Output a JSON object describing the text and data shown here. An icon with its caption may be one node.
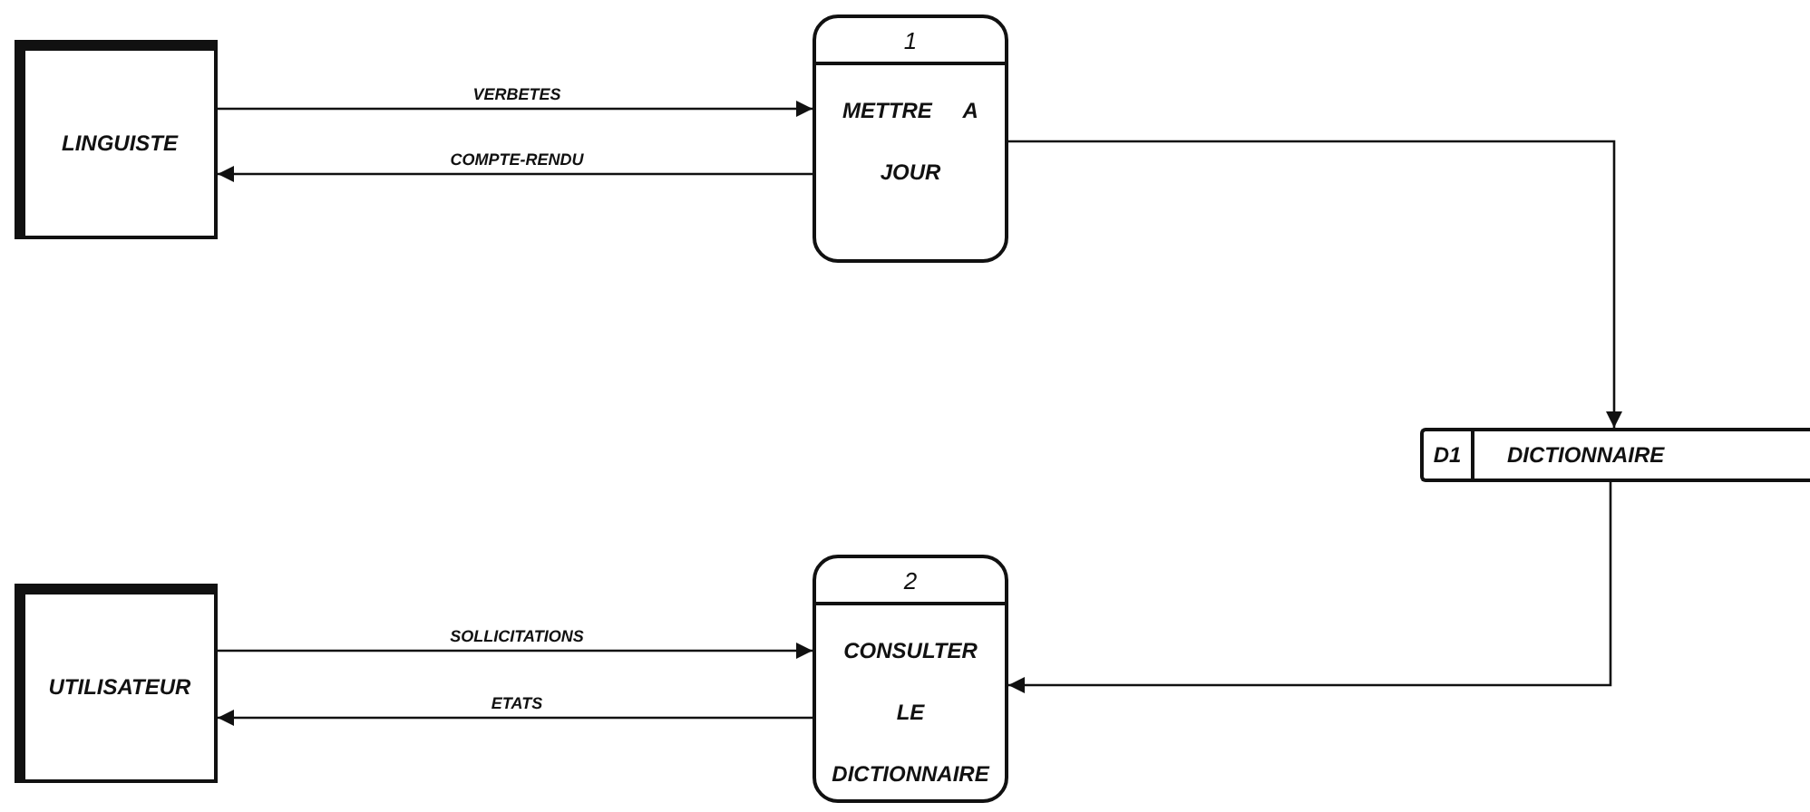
{
  "diagram": {
    "nodes": [
      {
        "text": [
          "LINGUISTE"
        ]
      },
      {
        "text": [
          "1",
          "METTRE A JOUR"
        ]
      },
      {
        "text": [
          "D1",
          "DICTIONNAIRE"
        ]
      },
      {
        "text": [
          "UTILISATEUR"
        ]
      },
      {
        "text": [
          "2",
          "CONSULTER LE DICTIONNAIRE"
        ]
      }
    ],
    "edges": [
      {
        "from": 0,
        "to": 1,
        "arrow": "to",
        "label": "VERBETES"
      },
      {
        "from": 1,
        "to": 0,
        "arrow": "to",
        "label": "COMPTE-RENDU"
      },
      {
        "from": 1,
        "to": 2,
        "arrow": "to"
      },
      {
        "from": 2,
        "to": 4,
        "arrow": "to"
      },
      {
        "from": 3,
        "to": 4,
        "arrow": "to",
        "label": "SOLLICITATIONS"
      },
      {
        "from": 4,
        "to": 3,
        "arrow": "to",
        "label": "ETATS"
      }
    ]
  }
}
